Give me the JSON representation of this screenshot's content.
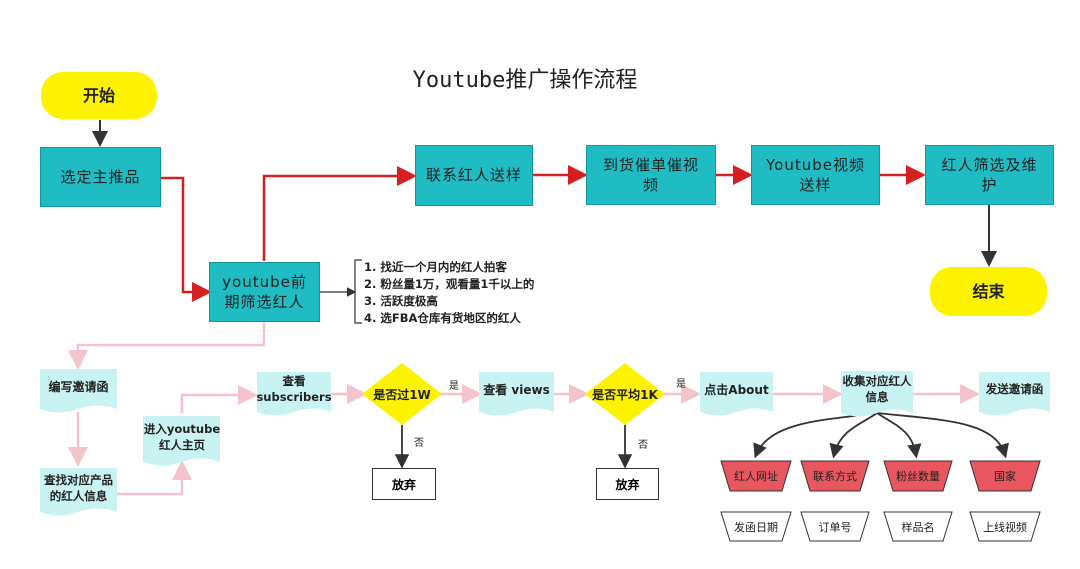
{
  "title": "Youtube推广操作流程",
  "top_flow": {
    "start": "开始",
    "select_product": "选定主推品",
    "screen_influencer": "youtube前期筛选红人",
    "contact_sample": "联系红人送样",
    "delivery_urge": "到货催单催视频",
    "send_video": "Youtube视频送样",
    "maintain": "红人筛选及维护",
    "end": "结束"
  },
  "criteria": [
    "1. 找近一个月内的红人拍客",
    "2. 粉丝量1万，观看量1千以上的",
    "3. 活跃度极高",
    "4. 选FBA仓库有货地区的红人"
  ],
  "bottom_flow": {
    "write_invite": "编写邀请函",
    "find_info": "查找对应产品的红人信息",
    "enter_home": "进入youtube红人主页",
    "view_subscribers": "查看subscribers",
    "decision1": "是否过1W",
    "yes1": "是",
    "no1": "否",
    "abandon1": "放弃",
    "view_views": "查看 views",
    "decision2": "是否平均1K",
    "yes2": "是",
    "no2": "否",
    "abandon2": "放弃",
    "click_about": "点击About",
    "collect_info": "收集对应红人信息",
    "send_invite": "发送邀请函"
  },
  "info_fields": [
    {
      "top": "红人网址",
      "bottom": "发函日期"
    },
    {
      "top": "联系方式",
      "bottom": "订单号"
    },
    {
      "top": "粉丝数量",
      "bottom": "样品名"
    },
    {
      "top": "国家",
      "bottom": "上线视频"
    }
  ],
  "colors": {
    "teal": "#1fbcc4",
    "pale_teal": "#c9f3f3",
    "yellow": "#fdf200",
    "red_arrow": "#d42020",
    "pink_arrow": "#f4c4cc",
    "red_trap": "#e8575f"
  }
}
